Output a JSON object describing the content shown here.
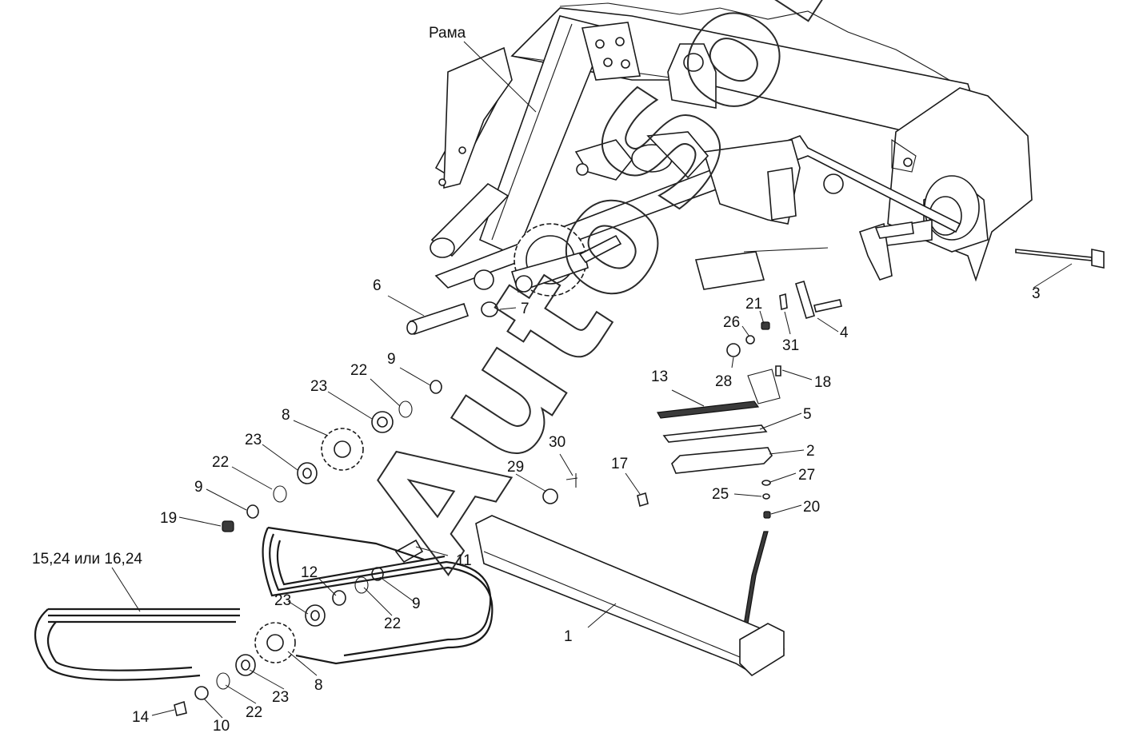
{
  "watermark": "AutoSoft",
  "labels": {
    "frame": "Рама",
    "belt_ref": "15,24 или 16,24",
    "l1": "1",
    "l2": "2",
    "l3": "3",
    "l4": "4",
    "l5": "5",
    "l6": "6",
    "l7": "7",
    "l8a": "8",
    "l8b": "8",
    "l9a": "9",
    "l9b": "9",
    "l9c": "9",
    "l10": "10",
    "l11": "11",
    "l12": "12",
    "l13": "13",
    "l14": "14",
    "l17": "17",
    "l18": "18",
    "l19": "19",
    "l20": "20",
    "l21": "21",
    "l22a": "22",
    "l22b": "22",
    "l22c": "22",
    "l22d": "22",
    "l23a": "23",
    "l23b": "23",
    "l23c": "23",
    "l23d": "23",
    "l25": "25",
    "l26": "26",
    "l27": "27",
    "l28": "28",
    "l29": "29",
    "l30": "30",
    "l31": "31"
  }
}
